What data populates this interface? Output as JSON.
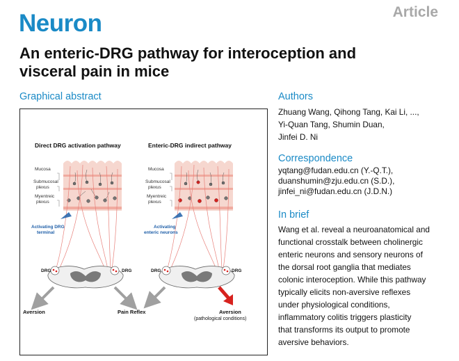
{
  "header": {
    "journal": "Neuron",
    "article_type": "Article",
    "title_lines": [
      "An enteric-DRG pathway for interoception and",
      "visceral pain in mice"
    ]
  },
  "graphical_abstract": {
    "heading": "Graphical abstract",
    "left_panel": {
      "title": "Direct DRG activation pathway",
      "layers": [
        "Mucosa",
        "Submucosal",
        "plexus",
        "Myentreic",
        "plexus"
      ],
      "stim_label_lines": [
        "Activating DRG",
        "terminal"
      ],
      "drg_left": "DRG",
      "drg_right": "DRG",
      "outcome_left": "Aversion",
      "outcome_right": "Pain Reflex"
    },
    "right_panel": {
      "title": "Enteric-DRG indirect pathway",
      "layers": [
        "Mucosa",
        "Submucosal",
        "plexus",
        "Myentreic",
        "plexus"
      ],
      "stim_label_lines": [
        "Activating",
        "enteric neurons"
      ],
      "drg_left": "DRG",
      "drg_right": "DRG",
      "outcome_right_lines": [
        "Aversion",
        "(pathological conditions)"
      ]
    },
    "colors": {
      "tissue": "#f6d7cf",
      "tissue_band": "#f0aba0",
      "fiber": "#e8807a",
      "accent_red": "#d7221e",
      "accent_blue": "#1f5fa8",
      "arrow_gray": "#a0a0a0"
    }
  },
  "authors": {
    "heading": "Authors",
    "lines": [
      "Zhuang Wang, Qihong Tang, Kai Li, ...,",
      "Yi-Quan Tang, Shumin Duan,",
      "Jinfei D. Ni"
    ]
  },
  "correspondence": {
    "heading": "Correspondence",
    "lines": [
      "yqtang@fudan.edu.cn (Y.-Q.T.),",
      "duanshumin@zju.edu.cn (S.D.),",
      "jinfei_ni@fudan.edu.cn (J.D.N.)"
    ]
  },
  "in_brief": {
    "heading": "In brief",
    "lines": [
      "Wang et al. reveal a neuroanatomical and",
      "functional crosstalk between cholinergic",
      "enteric neurons and sensory neurons of",
      "the dorsal root ganglia that mediates",
      "colonic interoception. While this pathway",
      "typically elicits non-aversive reflexes",
      "under physiological conditions,",
      "inflammatory colitis triggers plasticity",
      "that transforms its output to promote",
      "aversive behaviors."
    ]
  }
}
